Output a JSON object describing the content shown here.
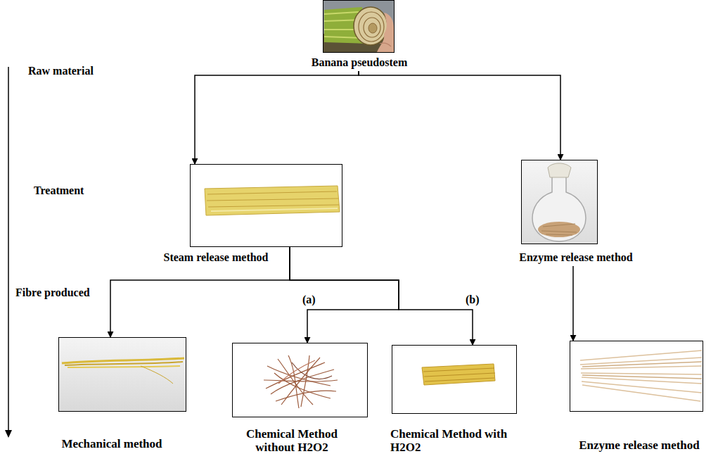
{
  "diagram": {
    "nodes": [
      {
        "text": [
          "Banana pseudostem"
        ]
      },
      {
        "text": [
          "Steam release method"
        ]
      },
      {
        "text": [
          "Enzyme release method"
        ]
      },
      {
        "text": [
          "Mechanical method"
        ]
      },
      {
        "text": [
          "Chemical Method without H2O2"
        ]
      },
      {
        "text": [
          "Chemical Method with H2O2"
        ]
      },
      {
        "text": [
          "Enzyme release method"
        ]
      }
    ],
    "edges": [
      {
        "from": 0,
        "to": 1,
        "arrow": "to"
      },
      {
        "from": 0,
        "to": 2,
        "arrow": "to"
      },
      {
        "from": 1,
        "to": 3,
        "arrow": "to"
      },
      {
        "from": 1,
        "to": 4,
        "arrow": "to"
      },
      {
        "from": 1,
        "to": 5,
        "arrow": "to"
      },
      {
        "from": 2,
        "to": 6,
        "arrow": "to"
      }
    ],
    "labels": [
      "Raw material",
      "Treatment",
      "Fibre produced",
      "(a)",
      "(b)"
    ]
  }
}
